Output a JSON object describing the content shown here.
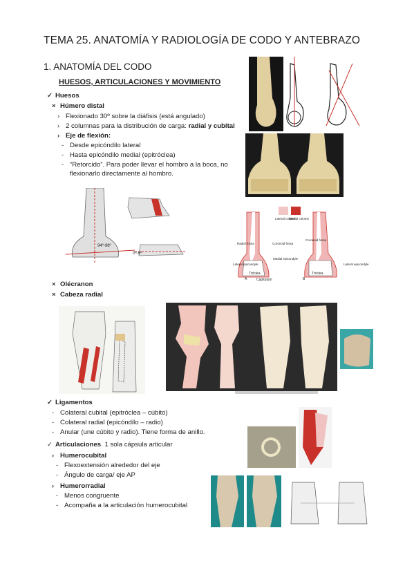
{
  "doc": {
    "title": "TEMA 25. ANATOMÍA Y RADIOLOGÍA DE CODO Y ANTEBRAZO",
    "section1": "1. ANATOMÍA DEL CODO",
    "subsection": "HUESOS, ARTICULACIONES Y MOVIMIENTO"
  },
  "markers": {
    "check": "✓",
    "cross": "×",
    "arrow": "›",
    "dash": "-"
  },
  "huesos": {
    "label": "Huesos",
    "humero_label": "Húmero distal",
    "humero_items": [
      "Flexionado 30º sobre la diáfisis (está angulado)",
      "2 columnas para la distribución de carga: ",
      "Eje de flexión:"
    ],
    "humero_item2_bold": "radial y cubital",
    "eje_items": [
      "Desde epicóndilo lateral",
      "Hasta epicóndilo medial (epitróclea)",
      "“Retorcido”. Para poder llevar el hombro a la boca, no",
      "flexionarlo directamente al hombro."
    ],
    "olecranon": "Olécranon",
    "cabeza_radial": "Cabeza radial"
  },
  "ligamentos": {
    "label": "Ligamentos",
    "items": [
      "Colateral cubital (epitróclea – cúbito)",
      "Colateral radial (epicóndilo – radio)",
      "Anular (une cúbito y radio). Tiene forma de anillo."
    ]
  },
  "articulaciones": {
    "label": "Articulaciones",
    "label_rest": ". 1 sola cápsula articular",
    "humerocubital": "Humerocubital",
    "humerocubital_items": [
      "Flexoextensión alrededor del eje",
      "Ángulo de carga/ eje AP"
    ],
    "humerorradial": "Humerorradial",
    "humerorradial_items": [
      "Menos congruente",
      "Acompaña a la articulación humerocubital"
    ]
  },
  "figure_labels": {
    "angle1": "94º-98º",
    "angle2": "0º-6º",
    "lateral_column": "Lateral column",
    "medial_column": "Medial column",
    "troclea1": "Tróclea",
    "capitulo": "Capitulum",
    "troclea2": "Tróclea",
    "fig_a": "A",
    "fig_b": "B",
    "radial_fossa": "Radial fossa",
    "coronoid_fossa1": "Coronoid fossa",
    "coronoid_fossa2": "Coronoid fossa",
    "lateral_epicondyle1": "Lateral epicondyle",
    "medial_epicondyle": "Medial epicondyle",
    "lateral_epicondyle2": "Lateral epicondyle"
  },
  "colors": {
    "text": "#222222",
    "bone": "#e3d3a3",
    "bone_dark": "#c7ad72",
    "red": "#c8322a",
    "pink": "#f0b6b6",
    "xray_bg": "#0d0d0d",
    "specimen_bg": "#2a2a2a"
  }
}
